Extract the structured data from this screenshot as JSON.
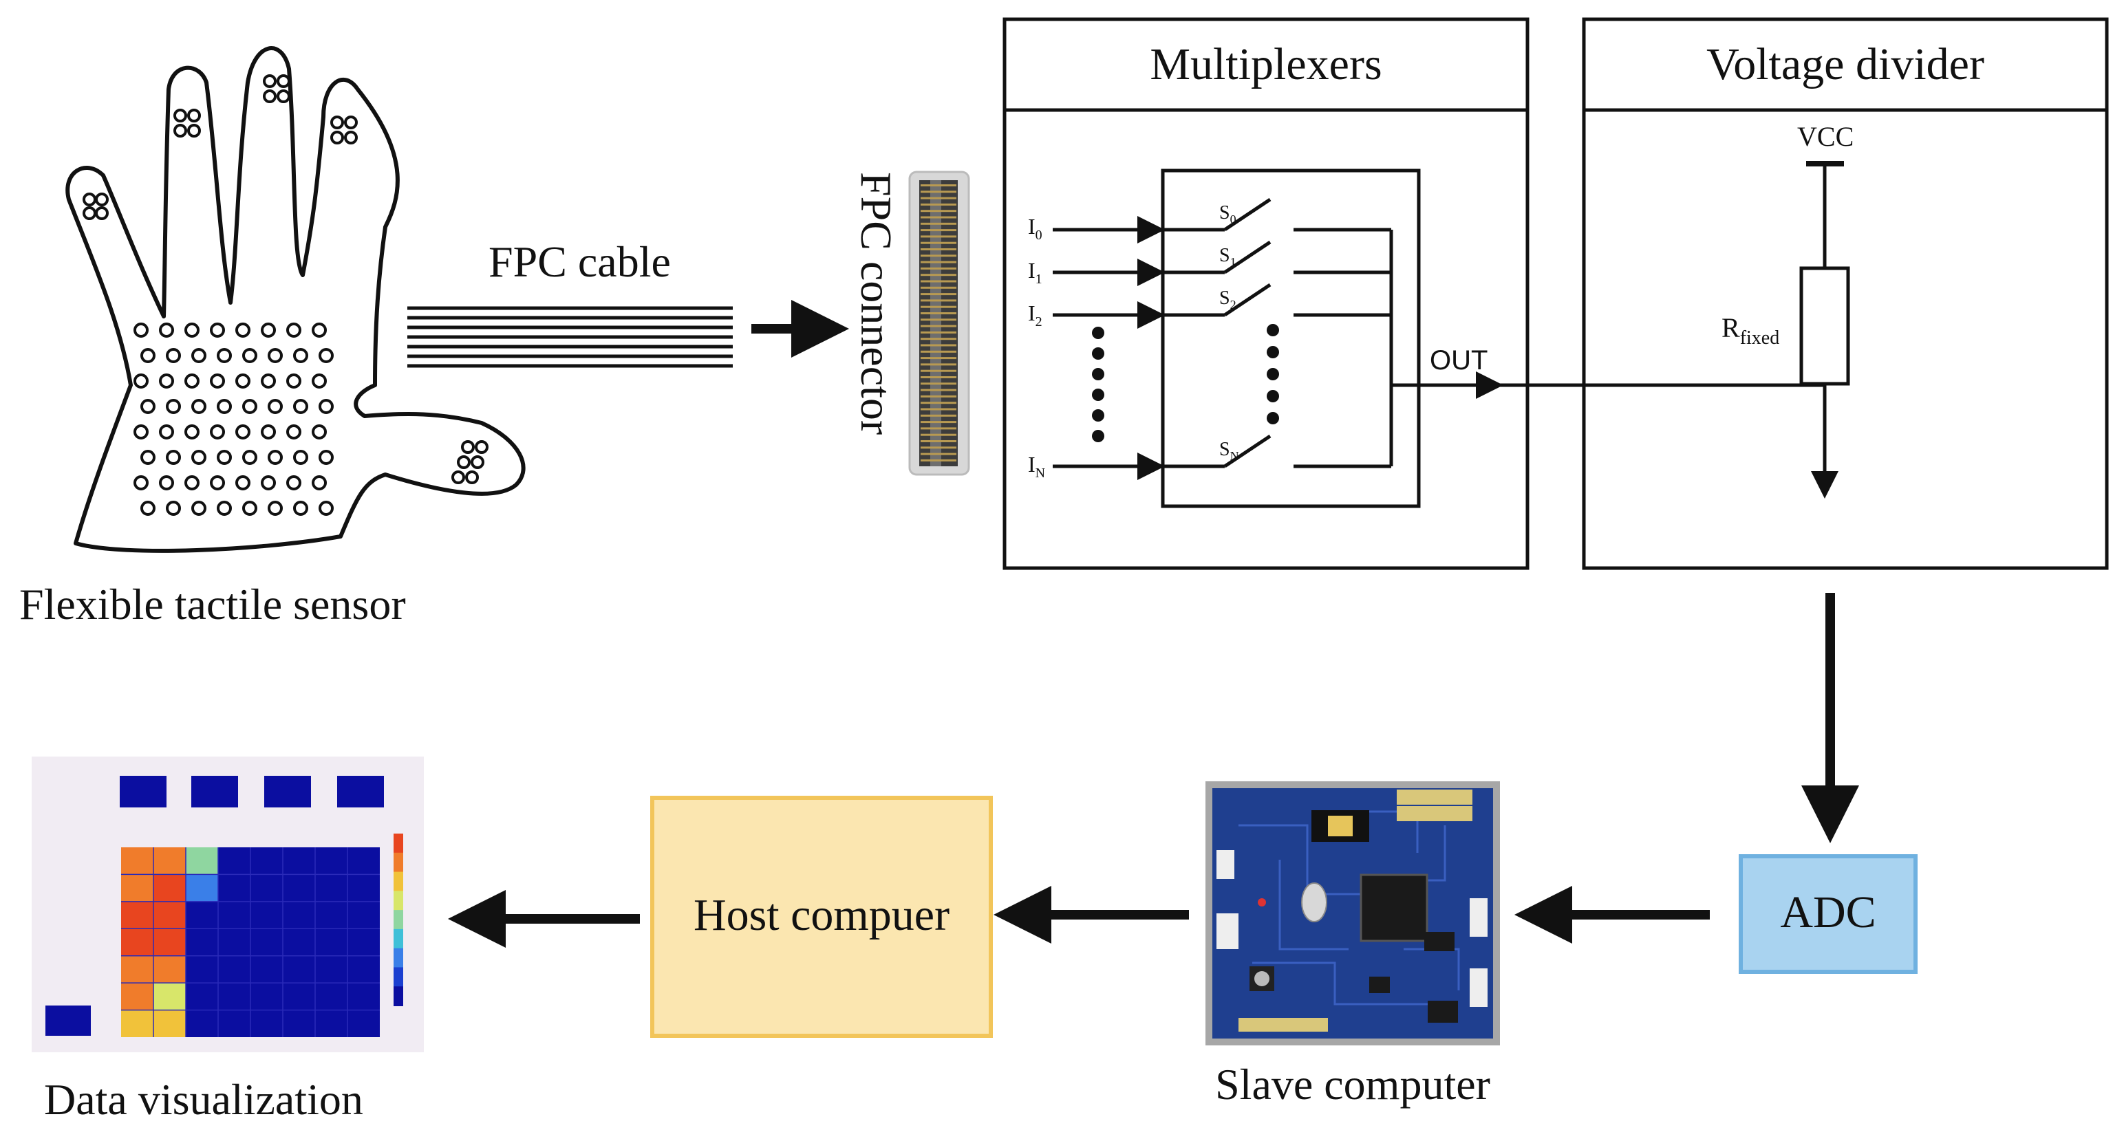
{
  "labels": {
    "glove_caption": "Flexible tactile sensor",
    "fpc_cable": "FPC cable",
    "fpc_connector": "FPC connector",
    "multiplexers_title": "Multiplexers",
    "voltage_divider_title": "Voltage divider",
    "vcc": "VCC",
    "r_fixed_main": "R",
    "r_fixed_sub": "fixed",
    "out": "OUT",
    "adc": "ADC",
    "slave_computer": "Slave computer",
    "host_computer": "Host compuer",
    "data_visualization": "Data visualization"
  },
  "mux": {
    "inputs": [
      {
        "main": "I",
        "sub": "0"
      },
      {
        "main": "I",
        "sub": "1"
      },
      {
        "main": "I",
        "sub": "2"
      },
      {
        "main": "I",
        "sub": "N"
      }
    ],
    "switches": [
      {
        "main": "S",
        "sub": "0"
      },
      {
        "main": "S",
        "sub": "1"
      },
      {
        "main": "S",
        "sub": "2"
      },
      {
        "main": "S",
        "sub": "N"
      }
    ]
  },
  "colors": {
    "adc_fill": "#a9d3f0",
    "adc_border": "#6fb1e0",
    "host_fill": "#fbe6b0",
    "host_border": "#f2c55a",
    "pcb": "#1f3f8f",
    "heatmap_bg": "#0b0ea0",
    "heat_red": "#e8451f",
    "heat_orange": "#f07c2b",
    "heat_yellow": "#f1c23a",
    "heat_lime": "#d8e66a",
    "heat_green": "#8fd6a0",
    "heat_blue": "#3a7fe8"
  },
  "heatmap": {
    "columns": 8,
    "rows": 7,
    "cells": [
      {
        "col": 0,
        "row": 0,
        "level": "orange"
      },
      {
        "col": 1,
        "row": 0,
        "level": "orange"
      },
      {
        "col": 2,
        "row": 0,
        "level": "green"
      },
      {
        "col": 0,
        "row": 1,
        "level": "orange"
      },
      {
        "col": 1,
        "row": 1,
        "level": "red"
      },
      {
        "col": 2,
        "row": 1,
        "level": "blue"
      },
      {
        "col": 0,
        "row": 2,
        "level": "red"
      },
      {
        "col": 1,
        "row": 2,
        "level": "red"
      },
      {
        "col": 0,
        "row": 3,
        "level": "red"
      },
      {
        "col": 1,
        "row": 3,
        "level": "red"
      },
      {
        "col": 0,
        "row": 4,
        "level": "orange"
      },
      {
        "col": 1,
        "row": 4,
        "level": "orange"
      },
      {
        "col": 0,
        "row": 5,
        "level": "orange"
      },
      {
        "col": 1,
        "row": 5,
        "level": "lime"
      },
      {
        "col": 0,
        "row": 6,
        "level": "yellow"
      },
      {
        "col": 1,
        "row": 6,
        "level": "yellow"
      }
    ]
  }
}
